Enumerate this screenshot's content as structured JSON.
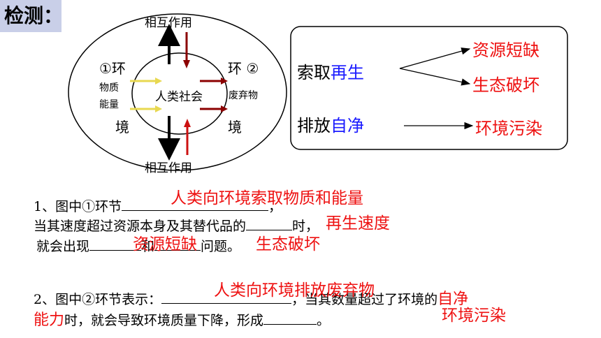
{
  "title": "检测：",
  "diagram": {
    "top_label": "相互作用",
    "bottom_label": "相互作用",
    "left_tag": "①环",
    "left_in1": "物质",
    "left_in2": "能量",
    "left_bottom": "境",
    "right_tag": "环 ②",
    "right_out": "废弃物",
    "right_bottom": "境",
    "center": "人类社会"
  },
  "panel": {
    "row1_left": "索取",
    "row1_blue": "再生",
    "row1_out1": "资源短缺",
    "row1_out2": "生态破坏",
    "row2_left": "排放",
    "row2_blue": "自净",
    "row2_out": "环境污染"
  },
  "q1": {
    "line1_prefix": "1、图中①环节",
    "line1_suffix": "，",
    "answer1": "人类向环境索取物质和能量",
    "line2_prefix": "当其速度超过资源本身及其替代品的",
    "line2_suffix": "时，",
    "answer2": "再生速度",
    "line3_prefix": "就会出现",
    "line3_mid": "和",
    "line3_suffix": "问题。",
    "answer3": "资源短缺",
    "answer4": "生态破坏"
  },
  "q2": {
    "line1_prefix": "2、图中②环节表示：",
    "line1_suffix": "，当其数量超过了环境的",
    "answer1": "人类向环境排放废弃物",
    "red_inline1": "自净",
    "red_inline2": "能力",
    "line2_suffix": "时，就会导致环境质量下降，形成",
    "line2_end": "。",
    "answer2": "环境污染"
  },
  "colors": {
    "accent_red": "#ee1111",
    "accent_blue": "#1a1aff",
    "title_bg": "#c9cfe8",
    "arrow_dark_red": "#8b0000",
    "arrow_yellow": "#f0e060"
  }
}
